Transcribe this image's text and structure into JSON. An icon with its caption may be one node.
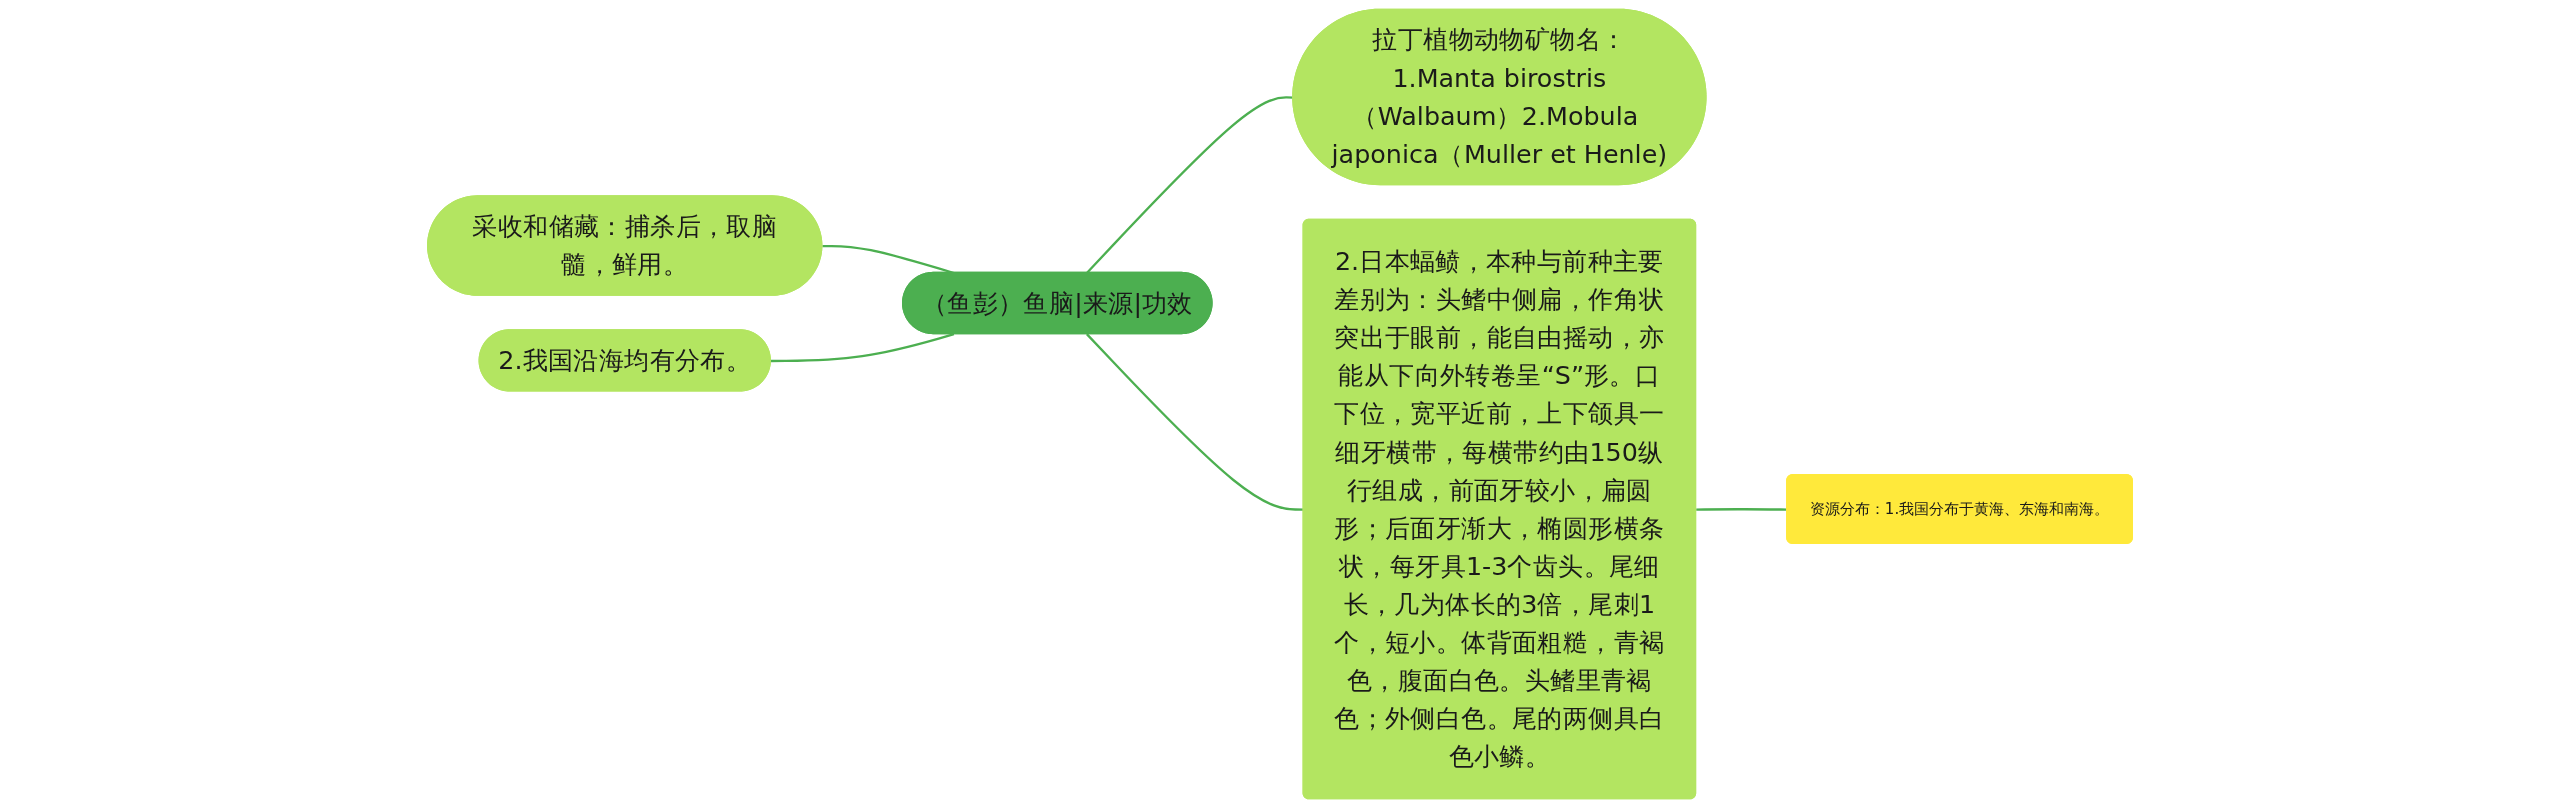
{
  "diagram": {
    "nodes": [
      {
        "text": [
          "（鱼彭）鱼脑|来源|功效"
        ]
      },
      {
        "text": [
          "拉丁植物动物矿物名：1.Manta birostris（Walbaum）2.Mobula japonica（Muller et Henle)"
        ]
      },
      {
        "text": [
          "2.日本蝠鲼，本种与前种主要差别为：头鳍中侧扁，作角状突出于眼前，能自由摇动，亦能从下向外转卷呈“S”形。口下位，宽平近前，上下颌具一细牙横带，每横带约由150纵行组成，前面牙较小，扁圆形；后面牙渐大，椭圆形横条状，每牙具1-3个齿头。尾细长，几为体长的3倍，尾刺1个，短小。体背面粗糙，青褐色，腹面白色。头鳍里青褐色；外侧白色。尾的两侧具白色小鳞。"
        ]
      },
      {
        "text": [
          "资源分布：1.我国分布于黄海、东海和南海。"
        ]
      },
      {
        "text": [
          "采收和储藏：捕杀后，取脑髓，鲜用。"
        ]
      },
      {
        "text": [
          "2.我国沿海均有分布。"
        ]
      }
    ],
    "edges": [
      {
        "from": 0,
        "to": 1,
        "arrow": "none"
      },
      {
        "from": 0,
        "to": 2,
        "arrow": "none"
      },
      {
        "from": 2,
        "to": 3,
        "arrow": "none"
      },
      {
        "from": 4,
        "to": 0,
        "arrow": "none"
      },
      {
        "from": 5,
        "to": 0,
        "arrow": "none"
      }
    ]
  }
}
